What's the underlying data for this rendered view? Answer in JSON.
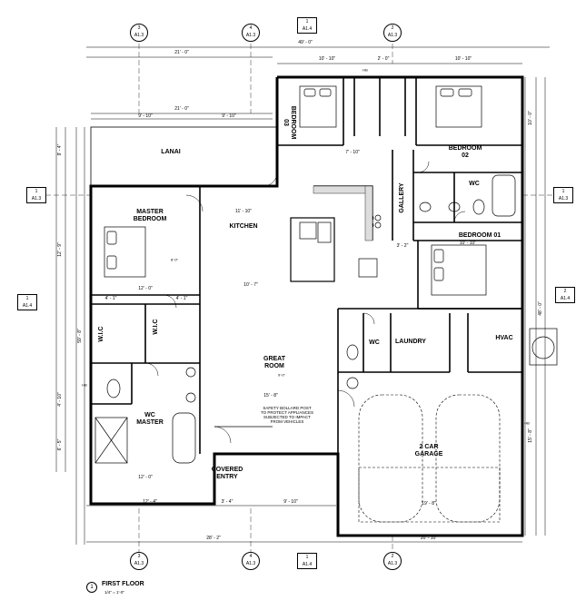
{
  "drawing_title": "FIRST FLOOR",
  "drawing_scale": "1/4\" = 1'-0\"",
  "drawing_number": "1",
  "rooms": {
    "lanai": "LANAI",
    "master_bedroom": "MASTER\nBEDROOM",
    "kitchen": "KITCHEN",
    "bedroom_03": "BEDROOM\n03",
    "bedroom_02": "BEDROOM\n02",
    "bedroom_01": "BEDROOM 01",
    "gallery": "GALLERY",
    "wc_upper": "WC",
    "wic_left": "W.I.C",
    "wic_right": "W.I.C",
    "wc_master": "WC\nMASTER",
    "great_room": "GREAT\nROOM",
    "covered_entry": "COVERED\nENTRY",
    "wc_lower": "WC",
    "laundry": "LAUNDRY",
    "hvac": "HVAC",
    "garage": "2 CAR\nGARAGE"
  },
  "grid_top": [
    {
      "num": "3",
      "sheet": "A1.3"
    },
    {
      "num": "4",
      "sheet": "A1.3"
    },
    {
      "num": "2",
      "sheet": "A1.3"
    }
  ],
  "grid_bottom": [
    {
      "num": "3",
      "sheet": "A1.3"
    },
    {
      "num": "4",
      "sheet": "A1.3"
    },
    {
      "num": "2",
      "sheet": "A1.3"
    }
  ],
  "section_tags": {
    "top": {
      "num": "1",
      "sheet": "A1.4"
    },
    "bottom": {
      "num": "1",
      "sheet": "A1.4"
    },
    "left_upper": {
      "num": "1",
      "sheet": "A1.3"
    },
    "left_lower": {
      "num": "1",
      "sheet": "A1.4"
    },
    "right_upper": {
      "num": "1",
      "sheet": "A1.3"
    },
    "right_lower": {
      "num": "2",
      "sheet": "A1.4"
    }
  },
  "dimensions": {
    "overall_top": "49' - 0\"",
    "top_left": "21' - 0\"",
    "top_r1": "10' - 10\"",
    "top_r2": "2' - 0\"",
    "top_r3": "10' - 10\"",
    "lanai_width": "21' - 0\"",
    "lanai_left": "9' - 10\"",
    "lanai_right": "9' - 10\"",
    "kitchen_a": "11' - 10\"",
    "kitchen_b": "10' - 7\"",
    "master_w": "12' - 0\"",
    "wic_a": "4' - 1\"",
    "wic_b": "4' - 1\"",
    "bottom_left": "12' - 4\"",
    "bottom_mid": "3' - 4\"",
    "bottom_right": "9' - 10\"",
    "bottom_total_left": "28' - 2\"",
    "bottom_total_right": "20' - 10\"",
    "garage_w": "19' - 8\"",
    "great_a": "15' - 8\"",
    "bed01_w": "10' - 10\"",
    "gallery_w": "3' - 2\"",
    "bed03_h": "7' - 10\"",
    "wc_master_w": "12' - 0\"",
    "left_1": "9' - 4\"",
    "left_2": "12' - 9\"",
    "left_3": "4' - 10\"",
    "left_4": "6' - 5\"",
    "left_overall": "59' - 8\"",
    "right_overall": "48' - 0\"",
    "right_1": "10' - 0\"",
    "right_2": "15' - 8\""
  },
  "notes": {
    "bollard": "SAFETY BOLLARD POST\nTO PROTECT APPLIANCES\nSUBJECTED TO IMPACT\nFROM VEHICLES"
  },
  "markers": {
    "hb_top": "HB",
    "hb_left": "HB",
    "hb_right": "HB",
    "ceiling_8": "8'-0\"",
    "ceiling_9": "9'-0\""
  }
}
